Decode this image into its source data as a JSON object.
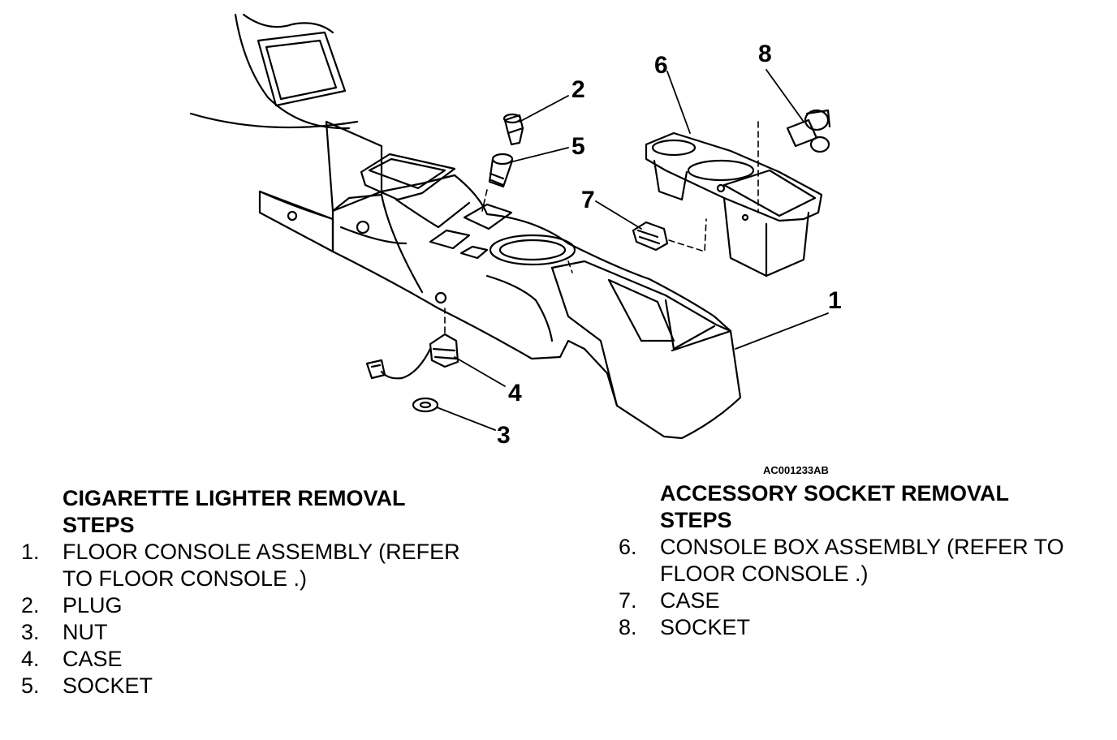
{
  "figure_id": "AC001233AB",
  "callouts": [
    {
      "num": "1",
      "part": "floor-console"
    },
    {
      "num": "2",
      "part": "plug"
    },
    {
      "num": "3",
      "part": "nut"
    },
    {
      "num": "4",
      "part": "case-lighter"
    },
    {
      "num": "5",
      "part": "socket-lighter"
    },
    {
      "num": "6",
      "part": "console-box"
    },
    {
      "num": "7",
      "part": "case-accessory"
    },
    {
      "num": "8",
      "part": "socket-accessory"
    }
  ],
  "left_section": {
    "title_line1": "CIGARETTE LIGHTER REMOVAL",
    "title_line2": "STEPS",
    "steps": [
      {
        "num": "1.",
        "lines": [
          "FLOOR CONSOLE ASSEMBLY (REFER",
          "TO FLOOR CONSOLE .)"
        ]
      },
      {
        "num": "2.",
        "lines": [
          "PLUG"
        ]
      },
      {
        "num": "3.",
        "lines": [
          "NUT"
        ]
      },
      {
        "num": "4.",
        "lines": [
          "CASE"
        ]
      },
      {
        "num": "5.",
        "lines": [
          "SOCKET"
        ]
      }
    ]
  },
  "right_section": {
    "title_line1": "ACCESSORY SOCKET REMOVAL",
    "title_line2": "STEPS",
    "steps": [
      {
        "num": "6.",
        "lines": [
          "CONSOLE BOX ASSEMBLY (REFER TO",
          "FLOOR CONSOLE .)"
        ]
      },
      {
        "num": "7.",
        "lines": [
          "CASE"
        ]
      },
      {
        "num": "8.",
        "lines": [
          "SOCKET"
        ]
      }
    ]
  }
}
